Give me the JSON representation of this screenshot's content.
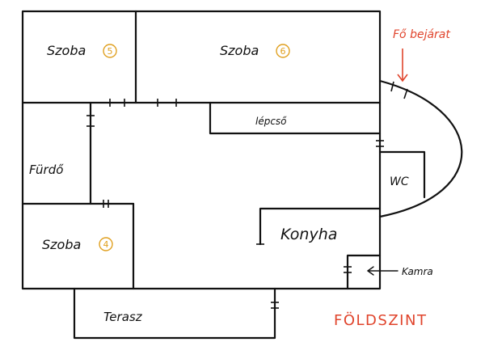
{
  "rooms": {
    "szoba5": {
      "label": "Szoba",
      "number": "5"
    },
    "szoba6": {
      "label": "Szoba",
      "number": "6"
    },
    "szoba4": {
      "label": "Szoba",
      "number": "4"
    },
    "furdo": {
      "label": "Fürdő"
    },
    "lepcso": {
      "label": "lépcső"
    },
    "wc": {
      "label": "WC"
    },
    "konyha": {
      "label": "Konyha"
    },
    "kamra": {
      "label": "Kamra"
    },
    "terasz": {
      "label": "Terasz"
    }
  },
  "annotations": {
    "entrance": "Fő bejárat",
    "floor": "FÖLDSZINT"
  },
  "colors": {
    "walls": "#111111",
    "room_numbers": "#e0a020",
    "annotations": "#e0442c"
  }
}
